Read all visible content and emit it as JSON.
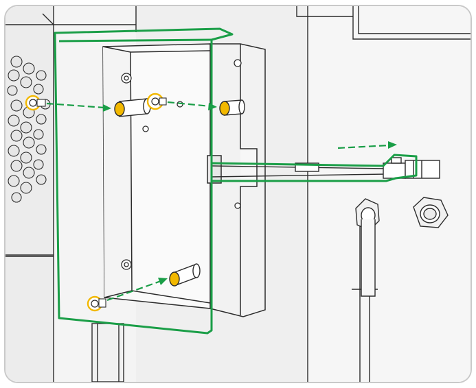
{
  "figure": {
    "kind": "assembly-illustration",
    "colors": {
      "highlight_outline": "#1a9e47",
      "motion_arrow": "#1a9e47",
      "screw_circle": "#f2b800",
      "standoff_tip": "#f2b800",
      "line_art": "#2b2b2b",
      "background_panel": "#eeeeee",
      "frame_border": "#c9c9c9"
    },
    "callouts": {
      "screws_highlighted": 3,
      "standoffs_highlighted": 3,
      "motion_arrows": 4
    },
    "icons": [
      "screw-icon",
      "standoff-icon",
      "cable-connector-icon",
      "hex-fitting-icon",
      "vent-grille-icon"
    ]
  }
}
